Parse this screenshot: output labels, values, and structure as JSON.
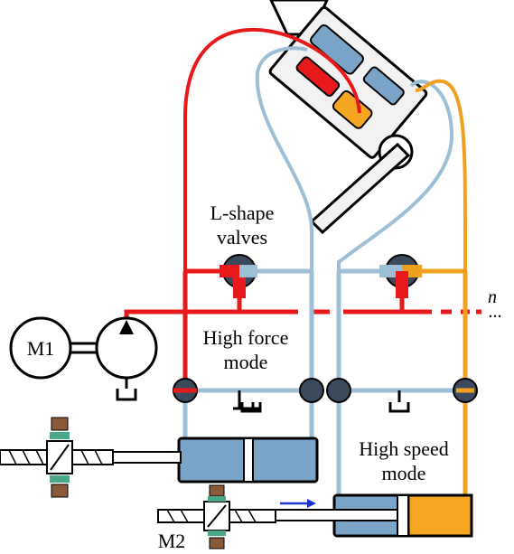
{
  "labels": {
    "valves_line1": "L-shape",
    "valves_line2": "valves",
    "force_line1": "High force",
    "force_line2": "mode",
    "speed_line1": "High speed",
    "speed_line2": "mode",
    "motor1": "M1",
    "motor2": "M2",
    "n": "n",
    "dots": "..."
  },
  "colors": {
    "high_pressure": "#e8191a",
    "return_line": "#9cbfd6",
    "speed_line": "#f0a020",
    "cylinder": "#7aa3c8",
    "orange_chamber": "#f5a623",
    "pump_outline": "#000000",
    "valve_dark": "#3b4a5c",
    "arrow": "#1a35d0",
    "coupling": "#8a5a3a"
  }
}
